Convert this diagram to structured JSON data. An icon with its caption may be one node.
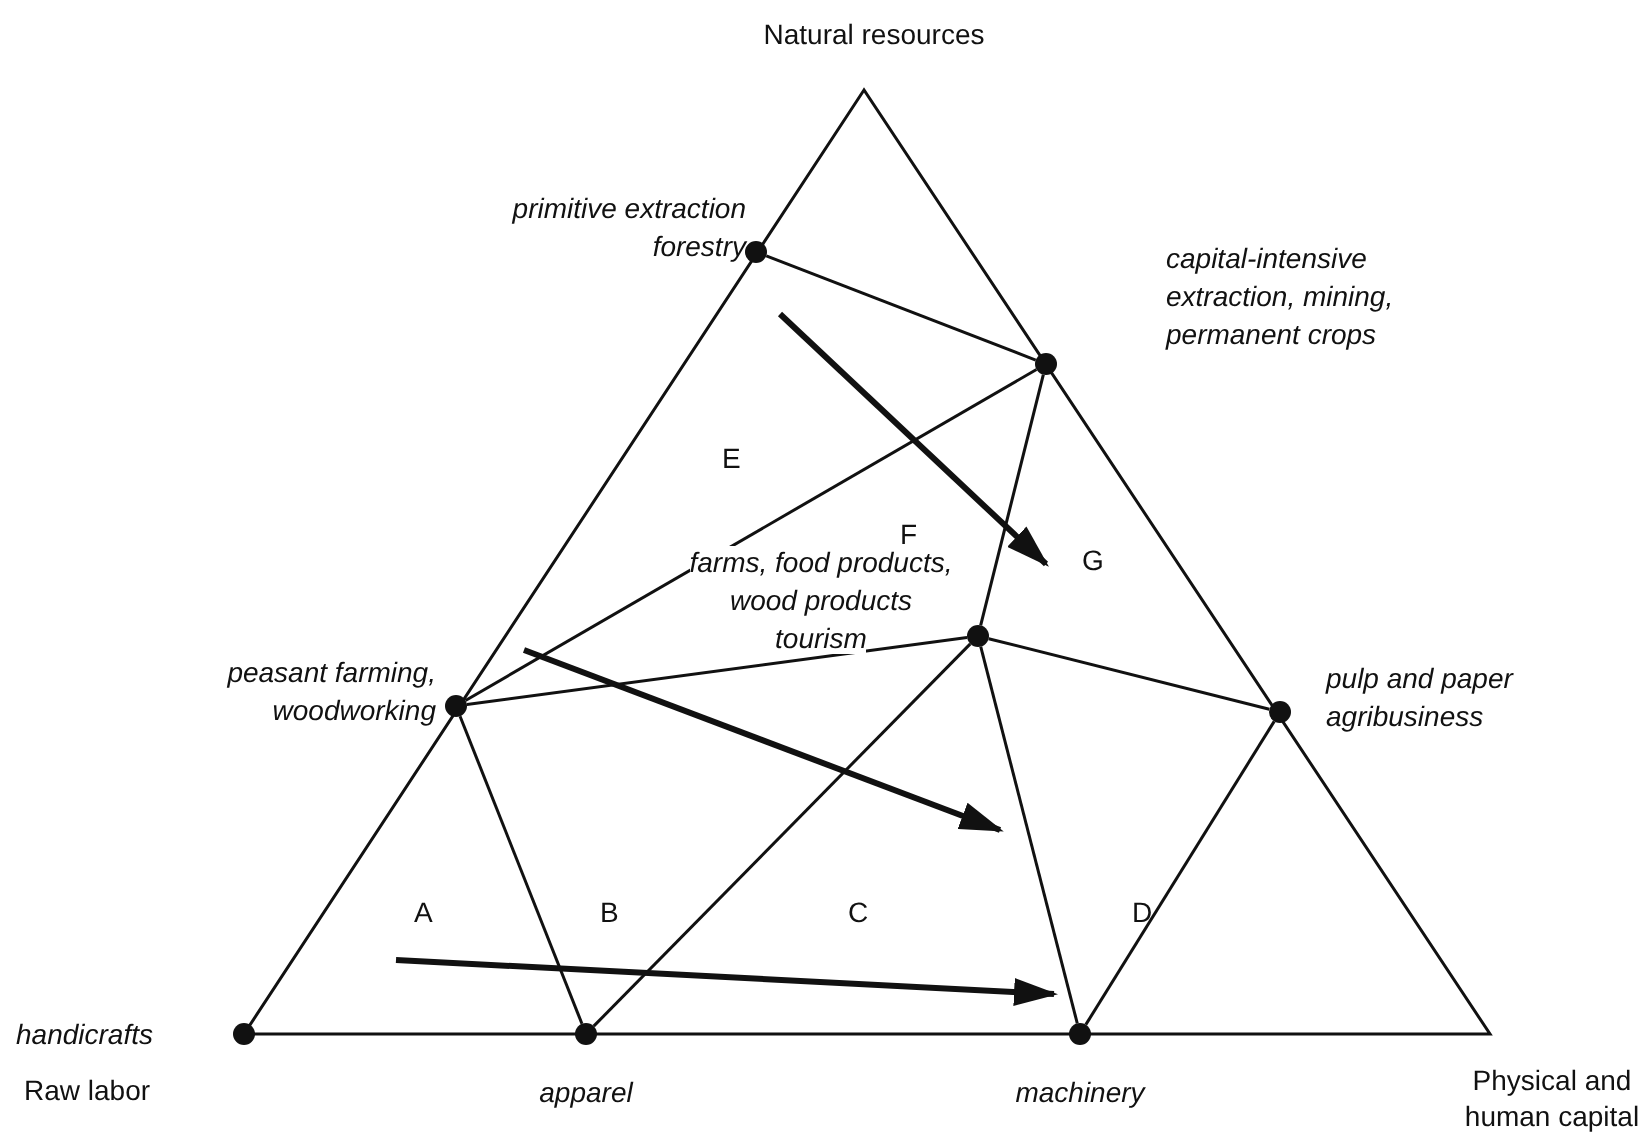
{
  "diagram": {
    "nodes": [
      {
        "text": [],
        "shape": "circle",
        "beside": [
          "primitive extraction forestry"
        ]
      },
      {
        "text": [],
        "shape": "circle",
        "beside": [
          "capital-intensive extraction, mining, permanent crops"
        ]
      },
      {
        "text": [],
        "shape": "circle",
        "beside": [
          "peasant farming, woodworking"
        ]
      },
      {
        "text": [],
        "shape": "circle",
        "beside": [
          "farms, food products, wood products tourism"
        ]
      },
      {
        "text": [],
        "shape": "circle",
        "beside": [
          "pulp and paper agribusiness"
        ]
      },
      {
        "text": [],
        "shape": "circle",
        "beside": [
          "handicrafts"
        ]
      },
      {
        "text": [],
        "shape": "circle",
        "beside": [
          "apparel"
        ]
      },
      {
        "text": [],
        "shape": "circle",
        "beside": [
          "machinery"
        ]
      }
    ],
    "edges": [
      {
        "from": 0,
        "to": 1,
        "arrow": "none"
      },
      {
        "from": 1,
        "to": 2,
        "arrow": "none"
      },
      {
        "from": 1,
        "to": 3,
        "arrow": "none"
      },
      {
        "from": 2,
        "to": 3,
        "arrow": "none"
      },
      {
        "from": 3,
        "to": 4,
        "arrow": "none"
      },
      {
        "from": 2,
        "to": 6,
        "arrow": "none"
      },
      {
        "from": 3,
        "to": 6,
        "arrow": "none"
      },
      {
        "from": 3,
        "to": 7,
        "arrow": "none"
      },
      {
        "from": 4,
        "to": 7,
        "arrow": "none"
      }
    ],
    "labels": [
      "Natural resources",
      "E",
      "F",
      "G",
      "A",
      "B",
      "C",
      "D",
      "Raw labor",
      "Physical and human capital"
    ]
  }
}
